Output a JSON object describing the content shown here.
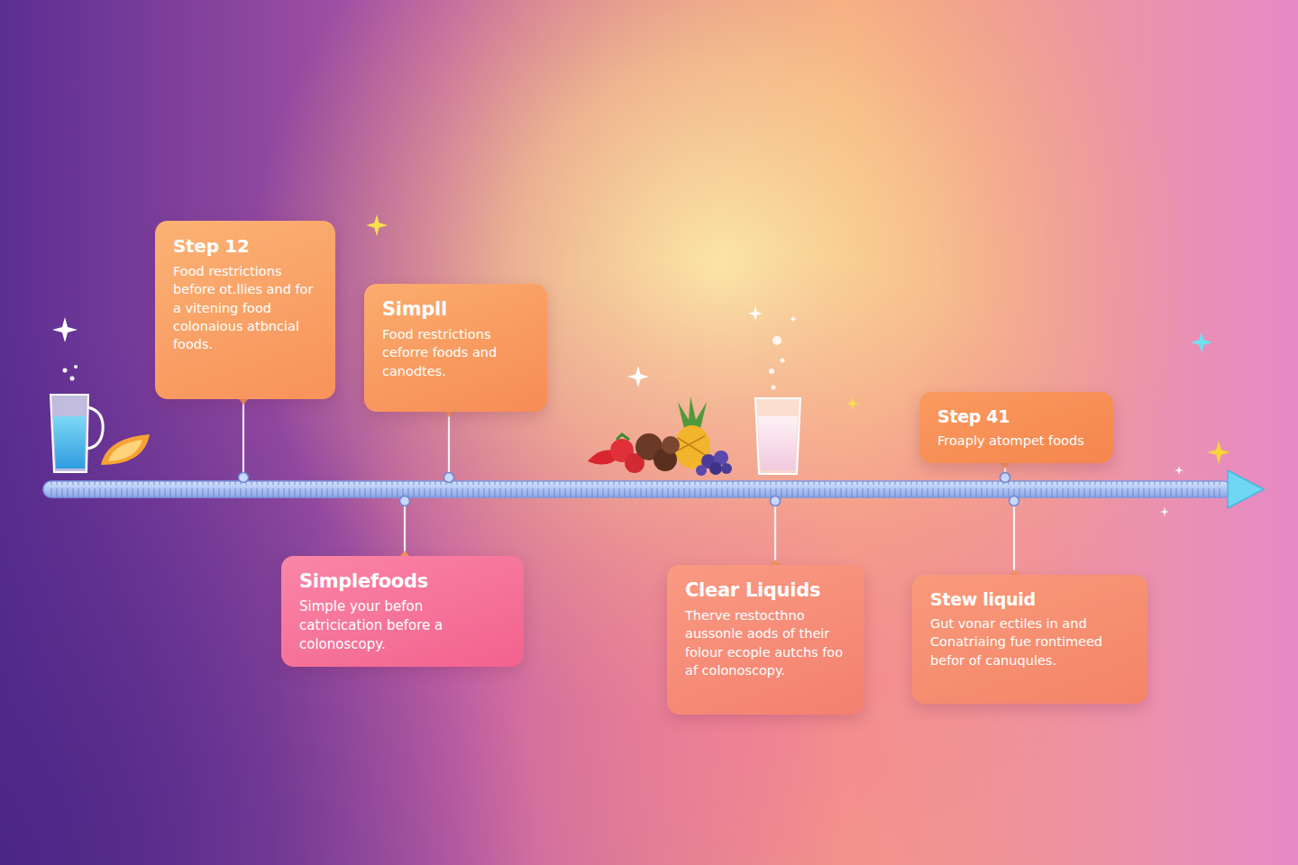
{
  "diagram": {
    "nodes": [
      {
        "text": [
          "Step 12",
          "Food restrictions before ot.llies and for a vitening food colonaious atbncial foods."
        ]
      },
      {
        "text": [
          "Simpll",
          "Food restrictions ceforre foods and canodtes."
        ]
      },
      {
        "text": [
          "Simplefoods",
          "Simple your befon catricication before a colonoscopy."
        ]
      },
      {
        "text": [
          "Clear Liquids",
          "Therve restocthno aussonle aods of their folour ecople autchs foo af colonoscopy."
        ]
      },
      {
        "text": [
          "Step 41",
          "Froaply atompet foods"
        ]
      },
      {
        "text": [
          "Stew liquid",
          "Gut vonar ectiles in and Conatriaing fue rontimeed befor of canuqules."
        ]
      }
    ]
  }
}
